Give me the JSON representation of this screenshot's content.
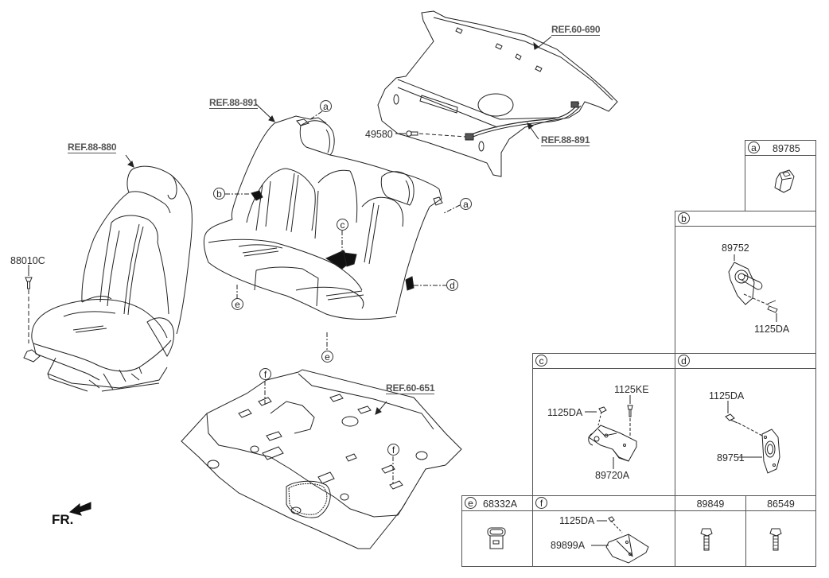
{
  "diagram": {
    "title": "Seat hardware parts diagram",
    "direction_indicator": {
      "label": "FR.",
      "icon": "front-arrow-icon"
    },
    "references": [
      {
        "id": "ref-front-seat",
        "label": "REF.88-880"
      },
      {
        "id": "ref-rear-seat",
        "label": "REF.88-891"
      },
      {
        "id": "ref-rear-seat-2",
        "label": "REF.88-891"
      },
      {
        "id": "ref-package-tray",
        "label": "REF.60-690"
      },
      {
        "id": "ref-floor-panel",
        "label": "REF.60-651"
      }
    ],
    "part_labels": {
      "front_seat_bolt": "88010C",
      "package_tray_clip": "49580"
    },
    "callouts": [
      "a",
      "b",
      "c",
      "d",
      "e",
      "f"
    ],
    "detail_boxes": [
      {
        "key": "a",
        "code": "89785",
        "parts": []
      },
      {
        "key": "b",
        "code": "",
        "parts": [
          "89752",
          "1125DA"
        ]
      },
      {
        "key": "c",
        "code": "",
        "parts": [
          "1125KE",
          "1125DA",
          "89720A"
        ]
      },
      {
        "key": "d",
        "code": "",
        "parts": [
          "1125DA",
          "89751"
        ]
      },
      {
        "key": "e",
        "code": "68332A",
        "parts": []
      },
      {
        "key": "f",
        "code": "",
        "parts": [
          "1125DA",
          "89899A"
        ]
      },
      {
        "key": "",
        "code": "89849",
        "parts": []
      },
      {
        "key": "",
        "code": "86549",
        "parts": []
      }
    ]
  }
}
